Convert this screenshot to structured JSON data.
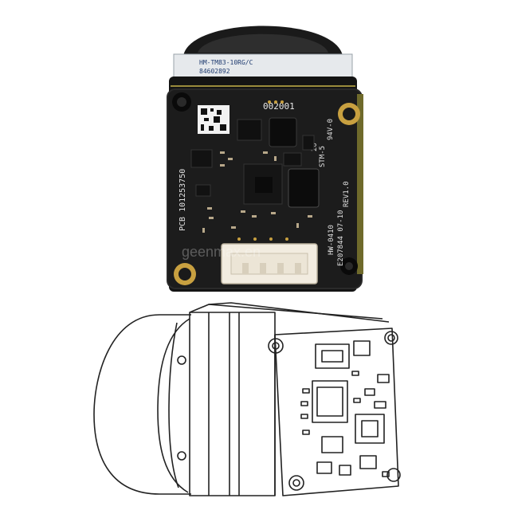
{
  "product": {
    "label_model": "HM-TM83-10RG/C",
    "label_serial": "84602892",
    "pcb_id": "002001",
    "pcb_text_left": "PCB 101253750",
    "pcb_text_right_1": "94V-0",
    "pcb_text_right_2": "STM-5",
    "pcb_text_right_3": "REV1.0",
    "pcb_text_bottom_1": "HW-0410",
    "pcb_text_bottom_2": "E207844 07-10",
    "pcb_text_top": "20",
    "watermark": "geenmax.en"
  },
  "colors": {
    "pcb": "#1c1c1c",
    "board_edge": "#2a2a2a",
    "gold": "#c8a040",
    "connector": "#f2ece0",
    "label": "#e6e9ec",
    "outline": "#222222"
  }
}
